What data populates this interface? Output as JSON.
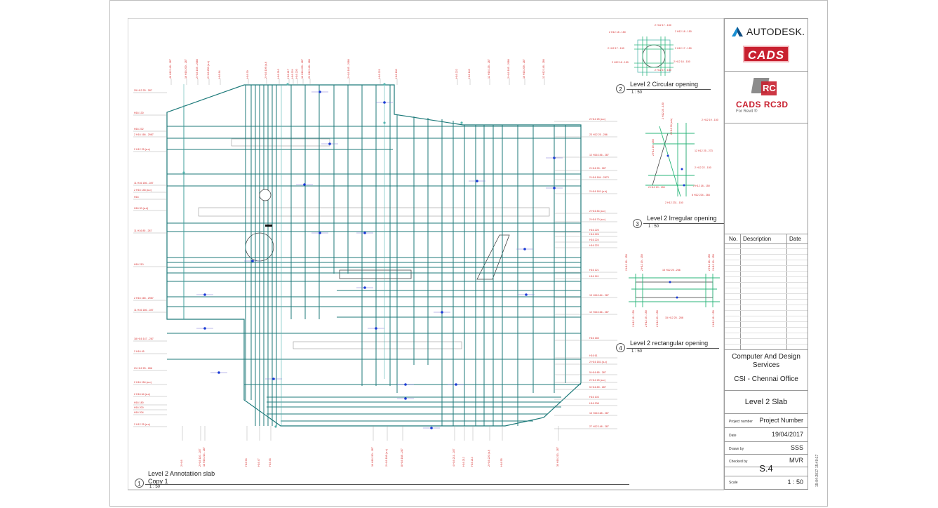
{
  "titleblock": {
    "autodesk_label": "AUTODESK.",
    "cads_label": "CADS",
    "rc3d_label": "CADS RC3D",
    "rc3d_sub": "For Revit ®",
    "rev_no": "No.",
    "rev_desc": "Description",
    "rev_date": "Date",
    "company_line1": "Computer And Design",
    "company_line2": "Services",
    "office": "CSI - Chennai Office",
    "sheet_name": "Level 2 Slab",
    "project_number_label": "Project number",
    "project_number_value": "Project Number",
    "date_label": "Date",
    "date_value": "19/04/2017",
    "drawn_label": "Drawn by",
    "drawn_value": "SSS",
    "checked_label": "Checked by",
    "checked_value": "MVR",
    "sheet_number": "S.4",
    "scale_label": "Scale",
    "scale_value": "1 : 50",
    "print_stamp": "19-04-2017 15:40:17"
  },
  "views": {
    "v1": {
      "num": "1",
      "title": "Level 2 Annotatiion slab",
      "title2": "Copy 1",
      "scale": "1 : 50"
    },
    "v2": {
      "num": "2",
      "title": "Level 2 Circular opening",
      "scale": "1 : 50"
    },
    "v3": {
      "num": "3",
      "title": "Level 2 Irregular opening",
      "scale": "1 : 50"
    },
    "v4": {
      "num": "4",
      "title": "Level 2 rectangular opening",
      "scale": "1 : 50"
    }
  },
  "annotations": {
    "left": [
      "29 H12 25 - 287",
      "H16 130",
      "H16 232",
      "2 H16 166 - 2987",
      "2 H12 25 (a-c)",
      "11 H16 156 - 287",
      "2 H16 148 (a-c)",
      "H16",
      "H16 90 (a-d)",
      "11 H16 85 - 287",
      "H16 210",
      "2 H16 165 - 2987",
      "11 H16 166 - 287",
      "18 H16 147 - 287",
      "2 H16 45",
      "21 H12 25 - 286",
      "2 H16 154 (a-c)",
      "2 H16 64 (a-c)",
      "H16 180",
      "H16 200",
      "H16 204",
      "2 H12 25 (a-c)"
    ],
    "right": [
      "2 H12 25 (a-c)",
      "23 H12 25 - 286",
      "12 H16 156 - 287",
      "2 H16 90 - 287",
      "2 H16 184 - 2873",
      "2 H16 181 (a-b)",
      "2 H16 84 (a-c)",
      "2 H16 70 (a-c)",
      "H16 225",
      "H16 226",
      "H16 224",
      "H16 223",
      "H16 121",
      "H16 119",
      "13 H16 184 - 287",
      "12 H16 166 - 287",
      "H16 165",
      "H16 61",
      "2 H16 181 (a-c)",
      "5 H16 85 - 287",
      "2 H12 25 (a-c)",
      "5 H16 89 - 287",
      "H16 103",
      "H16 208",
      "13 H16 168 - 287",
      "27 H12 148 - 287"
    ],
    "top": [
      "46 H12 148 - 287",
      "16 H16 200 - 287",
      "2 H16 165 - 2086",
      "2 H16 250 (a-c)",
      "H16 84",
      "H16 30",
      "2 H16 109 (a-f)",
      "H16 210",
      "H16 217",
      "H16 224",
      "H16 220",
      "16 H16 209 - 287",
      "21 H12 148 - 286",
      "2 H16 165 - 2086",
      "H16 221",
      "H16 160",
      "H16 222",
      "H16 140",
      "12 H16 135 - 287",
      "2 H16 165 - 2086",
      "16 H16 209 - 287",
      "12 H12 148 - 286"
    ],
    "bottom": [
      "2 H16",
      "2 H16 110 - 287",
      "18 H16 214 - 287",
      "H16 63",
      "H16 47",
      "H16 48",
      "16 H16 210 - 287",
      "2 H16 168 (a-c)",
      "8 H16 168 - 287",
      "4 H16 211 - 287",
      "H16 212",
      "H16 213",
      "2 H16 220 (a-f)",
      "H16 55",
      "30 H16 213 - 287"
    ],
    "circ": [
      "2 H12 17 - 150",
      "2 H12 18 - 150",
      "2 H12 18 - 150",
      "2 H12 17 - 150",
      "2 H12 17 - 150",
      "2 H12 18 - 150",
      "2 H12 18 - 150",
      "2 H12 17 - 150"
    ],
    "irr": [
      "2 H12 19 - 150",
      "2 H12 30 (a-b)",
      "2 H12 19 - 150",
      "2 H12 28 - 150",
      "12 H12 25 - 273",
      "2 H12 22 - 150",
      "2 H12 19 - 150",
      "2 H12 18 - 150",
      "6 H12 234 - 284",
      "2 H12 231 - 150"
    ],
    "rect": [
      "2 H12 18 - 150",
      "2 H12 19 - 150",
      "15 H12 25 - 266",
      "2 H12 18 - 150",
      "2 H12 19 - 150",
      "15 H12 25 - 288",
      "2 H12 18 - 150",
      "2 H12 19 - 150",
      "2 H12 20 - 150",
      "2 H12 18 - 150"
    ]
  }
}
